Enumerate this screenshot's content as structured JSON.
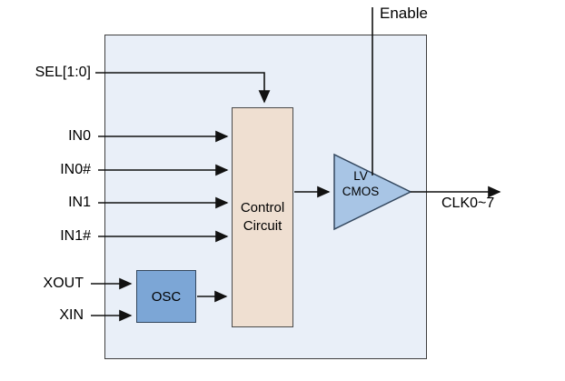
{
  "diagram": {
    "enable_label": "Enable",
    "output_label": "CLK0~7",
    "inputs": {
      "sel": "SEL[1:0]",
      "in0": "IN0",
      "in0_n": "IN0#",
      "in1": "IN1",
      "in1_n": "IN1#",
      "xout": "XOUT",
      "xin": "XIN"
    },
    "blocks": {
      "control": "Control Circuit",
      "osc": "OSC",
      "buffer": "LV CMOS"
    }
  },
  "colors": {
    "chip_fill": "#e9eff8",
    "chip_border": "#3f3f3f",
    "control_fill": "#efdfd1",
    "control_border": "#4a4a4a",
    "osc_fill": "#7ca6d6",
    "osc_border": "#33475e",
    "buffer_fill": "#a8c5e5",
    "buffer_border": "#33475e",
    "line": "#111111",
    "text": "#000000"
  }
}
